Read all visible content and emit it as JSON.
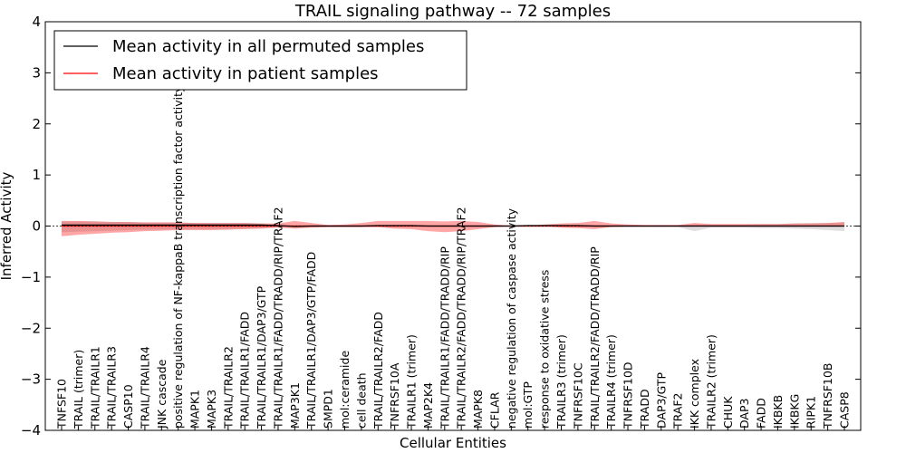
{
  "chart_data": {
    "type": "line",
    "title": "TRAIL signaling pathway -- 72 samples",
    "xlabel": "Cellular Entities",
    "ylabel": "Inferred Activity",
    "ylim": [
      -4,
      4
    ],
    "yticks": [
      4,
      3,
      2,
      1,
      0,
      -1,
      -2,
      -3,
      -4
    ],
    "ytick_labels": [
      "4",
      "3",
      "2",
      "1",
      "0",
      "−1",
      "−2",
      "−3",
      "−4"
    ],
    "grid": false,
    "legend_position": "top-left",
    "categories": [
      "TNFSF10",
      "TRAIL (trimer)",
      "TRAIL/TRAILR1",
      "TRAIL/TRAILR3",
      "CASP10",
      "TRAIL/TRAILR4",
      "JNK cascade",
      "positive regulation of NF-kappaB transcription factor activity",
      "MAPK1",
      "MAPK3",
      "TRAIL/TRAILR2",
      "TRAIL/TRAILR1/FADD",
      "TRAIL/TRAILR1/DAP3/GTP",
      "TRAIL/TRAILR1/FADD/TRADD/RIP/TRAF2",
      "MAP3K1",
      "TRAIL/TRAILR1/DAP3/GTP/FADD",
      "SMPD1",
      "mol:ceramide",
      "cell death",
      "TRAIL/TRAILR2/FADD",
      "TNFRSF10A",
      "TRAILR1 (trimer)",
      "MAP2K4",
      "TRAIL/TRAILR1/FADD/TRADD/RIP",
      "TRAIL/TRAILR2/FADD/TRADD/RIP/TRAF2",
      "MAPK8",
      "CFLAR",
      "negative regulation of caspase activity",
      "mol:GTP",
      "response to oxidative stress",
      "TRAILR3 (trimer)",
      "TNFRSF10C",
      "TRAIL/TRAILR2/FADD/TRADD/RIP",
      "TRAILR4 (trimer)",
      "TNFRSF10D",
      "TRADD",
      "DAP3/GTP",
      "TRAF2",
      "IKK complex",
      "TRAILR2 (trimer)",
      "CHUK",
      "DAP3",
      "FADD",
      "IKBKB",
      "IKBKG",
      "RIPK1",
      "TNFRSF10B",
      "CASP8"
    ],
    "series": [
      {
        "name": "Mean activity in all permuted samples",
        "color": "#000000",
        "values": [
          0.02,
          0.02,
          0.02,
          0.02,
          0.02,
          0.02,
          0.02,
          0.02,
          0.02,
          0.02,
          0.02,
          0.02,
          0.02,
          0.01,
          -0.01,
          0,
          0,
          0,
          0,
          0.01,
          0.01,
          0.01,
          0,
          0,
          0,
          0,
          0,
          0,
          0.01,
          0.01,
          0.01,
          0.01,
          0,
          0,
          0,
          0,
          0,
          0,
          0,
          0,
          0,
          0,
          0,
          0,
          0,
          0,
          0,
          0
        ],
        "band_lower": [
          -0.12,
          -0.11,
          -0.1,
          -0.09,
          -0.08,
          -0.07,
          -0.07,
          -0.06,
          -0.06,
          -0.06,
          -0.06,
          -0.05,
          -0.04,
          -0.02,
          -0.02,
          -0.02,
          -0.02,
          -0.02,
          -0.02,
          -0.02,
          -0.02,
          -0.02,
          -0.02,
          -0.02,
          -0.02,
          -0.02,
          -0.02,
          -0.02,
          -0.02,
          -0.02,
          -0.02,
          -0.02,
          -0.02,
          -0.02,
          -0.02,
          -0.02,
          -0.02,
          -0.02,
          -0.1,
          -0.03,
          -0.03,
          -0.03,
          -0.04,
          -0.04,
          -0.05,
          -0.06,
          -0.08,
          -0.1
        ],
        "band_upper": [
          0.09,
          0.09,
          0.09,
          0.08,
          0.08,
          0.07,
          0.07,
          0.07,
          0.06,
          0.06,
          0.06,
          0.06,
          0.05,
          0.04,
          0.02,
          0.02,
          0.02,
          0.02,
          0.02,
          0.02,
          0.02,
          0.02,
          0.02,
          0.02,
          0.02,
          0.02,
          0.02,
          0.02,
          0.02,
          0.02,
          0.02,
          0.02,
          0.02,
          0.02,
          0.02,
          0.02,
          0.02,
          0.02,
          0.03,
          0.03,
          0.03,
          0.03,
          0.04,
          0.04,
          0.05,
          0.06,
          0.06,
          0.07
        ]
      },
      {
        "name": "Mean activity in patient samples",
        "color": "#ff0000",
        "values": [
          0,
          0,
          0,
          0,
          0,
          0,
          0,
          0,
          0,
          0,
          0,
          0,
          0,
          0,
          0,
          0,
          0,
          0,
          0,
          0,
          0,
          0,
          0,
          0,
          0,
          0,
          0,
          0,
          0,
          0,
          0,
          0,
          0,
          0,
          0,
          0,
          0,
          0,
          0,
          0,
          0,
          0,
          0,
          0,
          0,
          0,
          0,
          0
        ],
        "band_lower": [
          -0.2,
          -0.17,
          -0.15,
          -0.13,
          -0.12,
          -0.1,
          -0.09,
          -0.08,
          -0.08,
          -0.08,
          -0.07,
          -0.06,
          -0.05,
          -0.03,
          -0.05,
          -0.03,
          -0.02,
          -0.02,
          -0.02,
          -0.02,
          -0.05,
          -0.06,
          -0.1,
          -0.12,
          -0.1,
          -0.06,
          -0.02,
          0,
          0,
          0,
          -0.03,
          -0.04,
          -0.06,
          -0.02,
          -0.01,
          0,
          0,
          0,
          0.01,
          0,
          0,
          0,
          0,
          0,
          0,
          0,
          0,
          -0.01
        ],
        "band_upper": [
          0.1,
          0.1,
          0.09,
          0.08,
          0.08,
          0.07,
          0.07,
          0.07,
          0.06,
          0.06,
          0.06,
          0.06,
          0.05,
          0.05,
          0.1,
          0.06,
          0.02,
          0.03,
          0.06,
          0.1,
          0.1,
          0.1,
          0.1,
          0.09,
          0.1,
          0.08,
          0.03,
          0,
          0,
          0.03,
          0.05,
          0.06,
          0.1,
          0.05,
          0.03,
          0.02,
          0.02,
          0.02,
          0.06,
          0.04,
          0.04,
          0.04,
          0.04,
          0.04,
          0.05,
          0.05,
          0.06,
          0.08
        ]
      }
    ],
    "baseline": 0,
    "baseline_color": "#000000"
  }
}
